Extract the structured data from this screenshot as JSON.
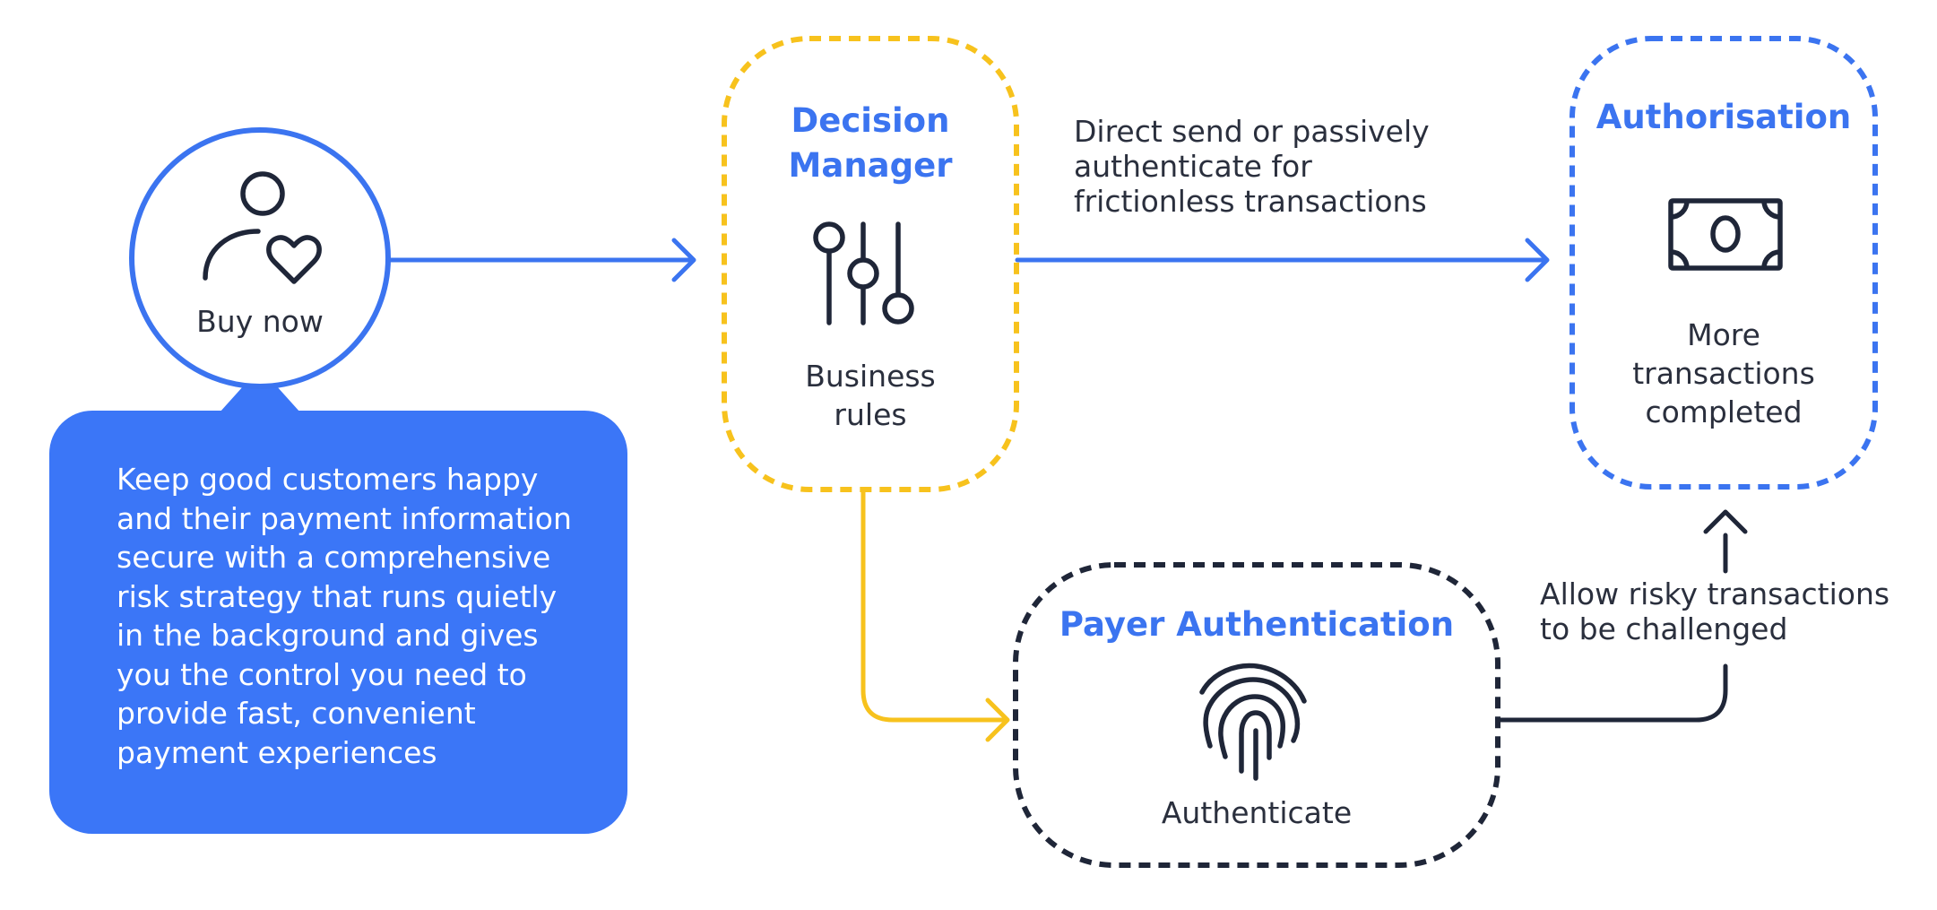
{
  "colors": {
    "blue": "#3b74f0",
    "callout": "#3b76f7",
    "yellow": "#f7c21d",
    "navy": "#1f2638",
    "text": "#2a2f3d"
  },
  "buy_now": {
    "label": "Buy now",
    "icon": "person-heart-icon"
  },
  "callout": {
    "lines": [
      "Keep good customers happy",
      "and their payment information",
      "secure with a comprehensive",
      "risk strategy that runs quietly",
      "in the background and gives",
      "you the control you need to",
      "provide fast, convenient",
      "payment experiences"
    ]
  },
  "decision_manager": {
    "title_lines": [
      "Decision",
      "Manager"
    ],
    "caption_lines": [
      "Business",
      "rules"
    ],
    "icon": "sliders-icon"
  },
  "direct_send": {
    "lines": [
      "Direct send or passively",
      "authenticate for",
      "frictionless transactions"
    ]
  },
  "authorisation": {
    "title": "Authorisation",
    "caption_lines": [
      "More",
      "transactions",
      "completed"
    ],
    "icon": "banknote-icon"
  },
  "payer_authentication": {
    "title": "Payer Authentication",
    "caption": "Authenticate",
    "icon": "fingerprint-icon"
  },
  "risky": {
    "lines": [
      "Allow risky transactions",
      "to be challenged"
    ]
  }
}
